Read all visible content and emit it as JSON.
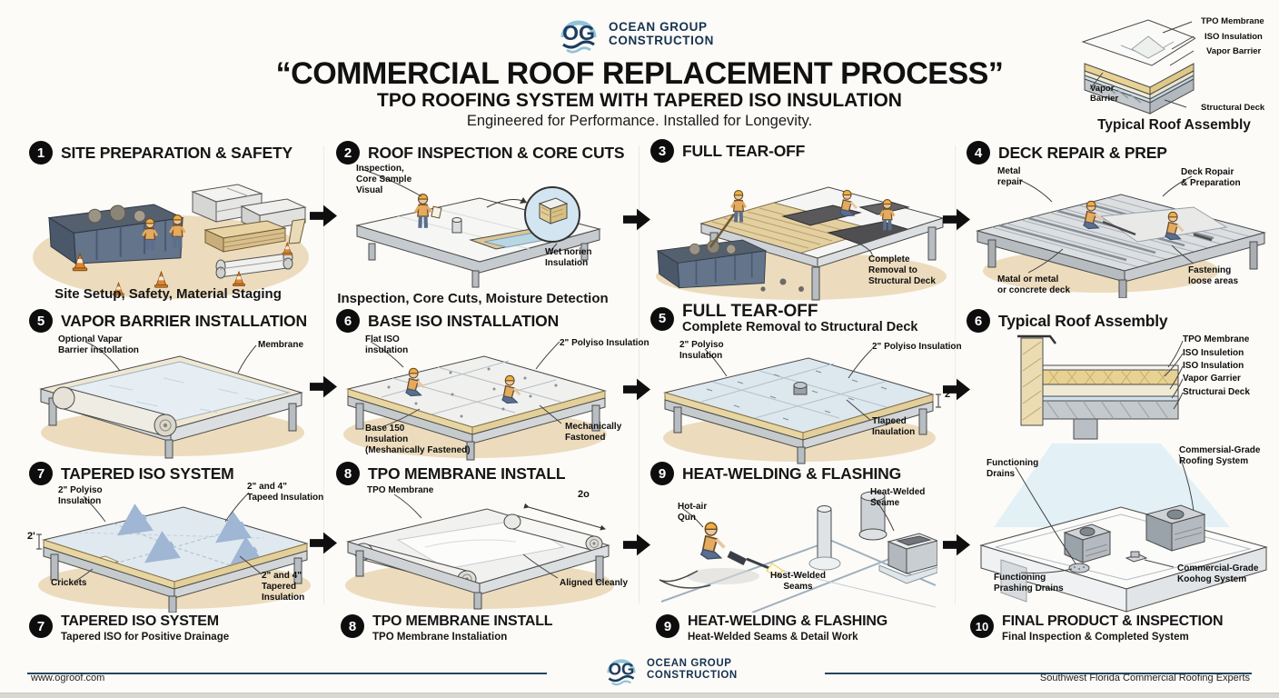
{
  "brand": {
    "og": "OG",
    "line1": "OCEAN GROUP",
    "line2": "CONSTRUCTION"
  },
  "header": {
    "title": "“COMMERCIAL ROOF REPLACEMENT PROCESS”",
    "subtitle": "TPO ROOFING SYSTEM WITH TAPERED ISO INSULATION",
    "tagline": "Engineered for Performance. Installed for Longevity."
  },
  "mini": {
    "caption": "Typical Roof Assembly",
    "tpo": "TPO Membrane",
    "iso": "ISO Insulation",
    "vb_r": "Vapor Barrier",
    "vb_l": "Vapor\nBarrier",
    "deck": "Structural Deck"
  },
  "s1": {
    "n": "1",
    "t": "SITE PREPARATION & SAFETY",
    "cap": "Site Setup, Safety, Material Staging"
  },
  "s2": {
    "n": "2",
    "t": "ROOF INSPECTION & CORE CUTS",
    "cap": "Inspection, Core Cuts, Moisture Detection",
    "l1": "Inspection,\nCore Sample\nVisual",
    "l2": "Wet norien\nInsulation"
  },
  "s3": {
    "n": "3",
    "t": "FULL TEAR-OFF",
    "l1": "Complete\nRemoval to\nStructural Deck"
  },
  "s4": {
    "n": "4",
    "t": "DECK REPAIR & PREP",
    "l1": "Metal\nrepair",
    "l2": "Deck Ropair\n& Preparation",
    "l3": "Matal or metal\nor concrete deck",
    "l4": "Fastening\nloose areas"
  },
  "s5": {
    "n": "5",
    "t": "VAPOR BARRIER INSTALLATION",
    "l1": "Optional Vapar\nBarrier instollation",
    "l2": "Membrane"
  },
  "s6": {
    "n": "6",
    "t": "BASE ISO INSTALLATION",
    "l1": "Flat ISO\ninsulation",
    "l2": "2\" Polyiso Insulation",
    "l3": "Base 150\nInsulation\n(Meshanically Fastened)",
    "l4": "Mechanically\nFastoned"
  },
  "s5b": {
    "n": "5",
    "t": "FULL TEAR-OFF",
    "st": "Complete Removal to Structural Deck",
    "l1": "2\" Polyiso\nInsulation",
    "l2": "2\" Polyiso Insulation",
    "l3": "2\"",
    "l4": "Tlapeed\nInaulation"
  },
  "s6b": {
    "n": "6",
    "t": "Typical Roof Assembly",
    "l1": "TPO Membrane",
    "l2": "ISO Insuletion",
    "l3": "ISO Insulation",
    "l4": "Vapor Garrier",
    "l5": "Structurai Deck",
    "l6": "Functioning\nDrains",
    "l7": "Commersial-Grade\nRoofing System",
    "l8": "Functioning\nPrashing Drains",
    "l9": "Commercial-Grade\nKoohog System"
  },
  "s7": {
    "n": "7",
    "t": "TAPERED ISO SYSTEM",
    "l1": "2\" Polyiso\nInsulation",
    "l2": "2\" and 4\"\nTapeed Insulation",
    "l3": "2'",
    "l4": "Crickets",
    "l5": "2\" and 4\"\nTapered\nInsulation"
  },
  "s8": {
    "n": "8",
    "t": "TPO MEMBRANE INSTALL",
    "l1": "TPO Membrane",
    "l2": "2o",
    "l3": "Aligned Cleanly"
  },
  "s9": {
    "n": "9",
    "t": "HEAT-WELDING & FLASHING",
    "l1": "Hot-air\nQun",
    "l2": "Heat-Welded\nSeame",
    "l3": "Host-Welded\nSeams"
  },
  "c7": {
    "n": "7",
    "t": "TAPERED ISO SYSTEM",
    "s": "Tapered ISO for Positive Drainage"
  },
  "c8": {
    "n": "8",
    "t": "TPO MEMBRANE INSTALL",
    "s": "TPO Membrane Instaliation"
  },
  "c9": {
    "n": "9",
    "t": "HEAT-WELDING & FLASHING",
    "s": "Heat-Welded Seams & Detail Work"
  },
  "c10": {
    "n": "10",
    "t": "FINAL PRODUCT & INSPECTION",
    "s": "Final Inspection & Completed System"
  },
  "footer": {
    "url": "www.ogroof.com",
    "right": "Southwest Florida Commercial Roofing Experts"
  },
  "colors": {
    "navy": "#1e3c5e",
    "logo_blue": "#8fc3d8",
    "cone_orange": "#e2862f",
    "iso_tan": "#e8d294",
    "drain_arrow_blue": "#9fb6d4"
  }
}
